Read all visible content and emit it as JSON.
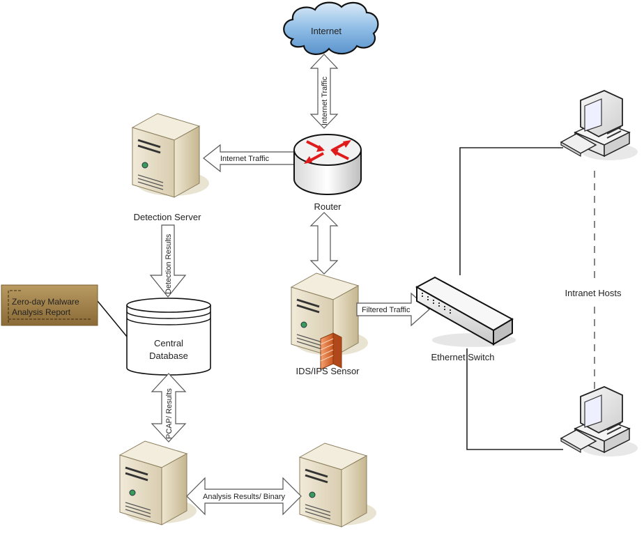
{
  "nodes": {
    "internet": {
      "label": "Internet",
      "type": "cloud"
    },
    "router": {
      "label": "Router",
      "type": "router"
    },
    "detection_server": {
      "label": "Detection Server",
      "type": "server"
    },
    "central_database": {
      "label_line1": "Central",
      "label_line2": "Database",
      "type": "database"
    },
    "ids_ips_sensor": {
      "label": "IDS/IPS Sensor",
      "type": "server-firewall"
    },
    "ethernet_switch": {
      "label": "Ethernet Switch",
      "type": "switch"
    },
    "intranet_hosts": {
      "label": "Intranet Hosts",
      "type": "workstation-group"
    },
    "analysis_server_left": {
      "label": "",
      "type": "server"
    },
    "analysis_server_right": {
      "label": "",
      "type": "server"
    }
  },
  "report_note": {
    "line1": "Zero-day Malware",
    "line2": "Analysis Report"
  },
  "edges": {
    "internet_router": {
      "label": "Internet Traffic",
      "direction": "bidirectional"
    },
    "router_detection": {
      "label": "Internet Traffic",
      "direction": "router-to-detection"
    },
    "detection_db": {
      "label": "Detection Results",
      "direction": "detection-to-database"
    },
    "router_sensor": {
      "label": "",
      "direction": "bidirectional"
    },
    "sensor_switch": {
      "label": "Filtered Traffic",
      "direction": "sensor-to-switch"
    },
    "db_analysis": {
      "label": "PCAP/ Results",
      "direction": "bidirectional"
    },
    "analysis_analysis": {
      "label": "Analysis Results/ Binary",
      "direction": "bidirectional"
    }
  },
  "colors": {
    "server_body": "#e6dcc4",
    "server_side": "#cbbd98",
    "report_fill": "#9c7d4a",
    "router_arrows": "#e01b1b",
    "cloud_fill": "#8fbde6",
    "firewall": "#e07a3a"
  }
}
